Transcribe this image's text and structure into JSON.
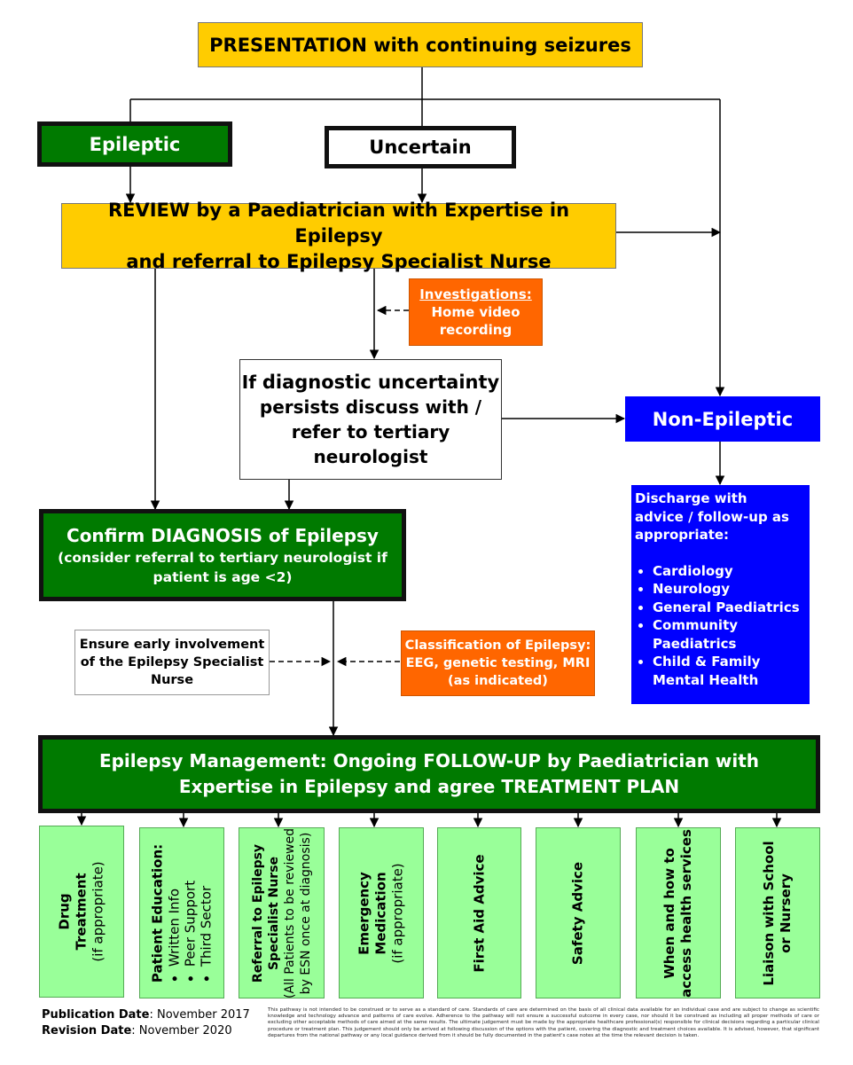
{
  "presentation": "PRESENTATION with continuing seizures",
  "epileptic": "Epileptic",
  "uncertain": "Uncertain",
  "review": {
    "line1": "REVIEW by a Paediatrician with Expertise in Epilepsy",
    "line2": "and referral to Epilepsy Specialist Nurse"
  },
  "investigations": {
    "title": "Investigations:",
    "line1": "Home video",
    "line2": "recording"
  },
  "uncertainty": {
    "prefix": "If ",
    "bold": "diagnostic uncertainty",
    "line2": "persists discuss with  /",
    "line3": "refer to tertiary",
    "line4": "neurologist"
  },
  "non_epileptic": "Non-Epileptic",
  "discharge": {
    "intro_line1": "Discharge with",
    "intro_line2": "advice / follow-up as",
    "intro_line3": "appropriate:",
    "items": [
      {
        "l1": "Cardiology",
        "l2": ""
      },
      {
        "l1": "Neurology",
        "l2": ""
      },
      {
        "l1": "General Paediatrics",
        "l2": ""
      },
      {
        "l1": "Community",
        "l2": "Paediatrics"
      },
      {
        "l1": "Child & Family",
        "l2": "Mental Health"
      }
    ]
  },
  "confirm": {
    "title": "Confirm DIAGNOSIS of Epilepsy",
    "line2": "(consider referral to tertiary neurologist if",
    "line3": "patient is age <2)"
  },
  "ensure": {
    "line1": "Ensure early involvement",
    "line2": "of the Epilepsy Specialist",
    "line3": "Nurse"
  },
  "classification": {
    "line1": "Classification of Epilepsy:",
    "line2": "EEG, genetic testing, MRI",
    "line3": "(as indicated)"
  },
  "management": {
    "line1": "Epilepsy Management: Ongoing FOLLOW-UP by Paediatrician with",
    "line2": "Expertise in Epilepsy and agree TREATMENT PLAN"
  },
  "bottom": {
    "drug": {
      "l1": "Drug",
      "l2": "Treatment",
      "l3": "(if appropriate)"
    },
    "education": {
      "title": "Patient Education:",
      "items": [
        "Written Info",
        "Peer Support",
        "Third Sector"
      ]
    },
    "referral": {
      "l1": "Referral to Epilepsy",
      "l2": "Specialist Nurse",
      "l3": "(All Patients to be reviewed",
      "l4": "by ESN once at diagnosis)"
    },
    "emergency": {
      "l1": "Emergency",
      "l2": "Medication",
      "l3": "(if appropriate)"
    },
    "first_aid": "First Aid Advice",
    "safety": "Safety Advice",
    "when_how": {
      "l1": "When and how to",
      "l2": "access health services"
    },
    "liaison": {
      "l1": "Liaison with School",
      "l2": "or Nursery"
    }
  },
  "footer": {
    "pub_label": "Publication Date",
    "pub_value": ": November 2017",
    "rev_label": "Revision Date",
    "rev_value": ": November 2020",
    "disclaimer": "This pathway is not intended to be construed or to serve as a standard of care. Standards of care are determined on the basis of all clinical data available for an individual case and are subject to change as scientific knowledge and technology advance and patterns of care evolve. Adherence to the pathway will not ensure a successful outcome in every case, nor should it be construed as including all proper methods of care or excluding other acceptable methods of care aimed at the same results. The ultimate judgement must be made by the appropriate healthcare professional(s) responsible for clinical decisions regarding a particular clinical procedure or treatment plan. This judgement should only be arrived at following discussion of the options with the patient, covering the diagnostic and treatment choices available. It is advised, however, that significant departures from the national pathway or any local guidance derived from it should be fully documented in the patient's case notes at the time the relevant decision is taken."
  },
  "colors": {
    "yellow": "#ffcc00",
    "green_dark": "#007a00",
    "blue": "#0000ff",
    "orange": "#ff6600",
    "green_light": "#99ff99"
  }
}
